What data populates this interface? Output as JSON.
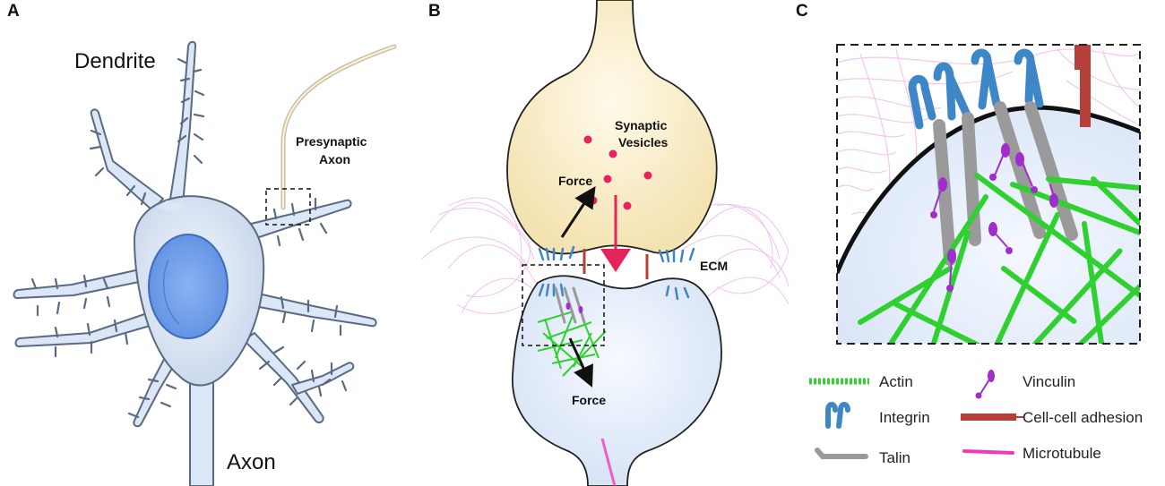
{
  "panels": {
    "a": {
      "letter": "A",
      "labels": {
        "dendrite": "Dendrite",
        "axon": "Axon",
        "presynaptic_line1": "Presynaptic",
        "presynaptic_line2": "Axon"
      }
    },
    "b": {
      "letter": "B",
      "labels": {
        "vesicles_line1": "Synaptic",
        "vesicles_line2": "Vesicles",
        "force_top": "Force",
        "ecm": "ECM",
        "force_bottom": "Force"
      }
    },
    "c": {
      "letter": "C"
    }
  },
  "legend": {
    "actin": "Actin",
    "integrin": "Integrin",
    "talin": "Talin",
    "vinculin": "Vinculin",
    "cell_cell_adhesion": "Cell-cell adhesion",
    "microtubule": "Microtubule"
  },
  "colors": {
    "neuron_fill": "#dbe6f6",
    "neuron_stroke": "#5a6a82",
    "nucleus": "#6f9ce6",
    "presynaptic_fill": "#fbf0cf",
    "postsynaptic_fill": "#e3ecfa",
    "vesicle": "#e4245a",
    "force_arrow": "#e4245a",
    "ecm": "#e98fe2",
    "actin": "#2fd02f",
    "integrin": "#3d86c8",
    "talin": "#9a9a9a",
    "vinculin": "#a32ccf",
    "cell_cell_adhesion": "#b5403a",
    "microtubule": "#f03ab8"
  }
}
